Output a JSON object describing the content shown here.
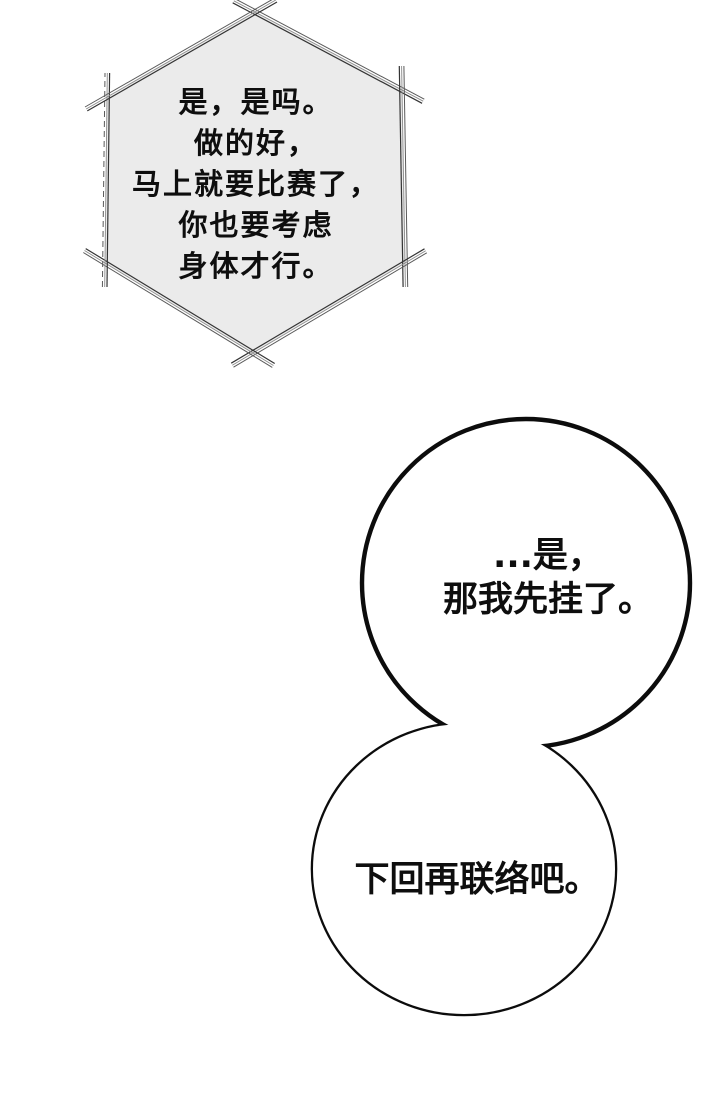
{
  "page": {
    "background_color": "#ffffff",
    "text_color": "#0e0e0e"
  },
  "caption_hexagon": {
    "shape": "hexagon",
    "fill_color": "#ebebeb",
    "border_color": "#444444",
    "lines": [
      "是，是吗。",
      "做的好，",
      "马上就要比赛了，",
      "你也要考虑",
      "身体才行。"
    ]
  },
  "speech_bubble_top": {
    "shape": "circle",
    "fill_color": "#ffffff",
    "stroke_color": "#0c0c0c",
    "lines": [
      "...是，",
      "那我先挂了。"
    ]
  },
  "speech_bubble_bottom": {
    "shape": "circle",
    "fill_color": "#ffffff",
    "stroke_color": "#0c0c0c",
    "text": "下回再联络吧。"
  }
}
